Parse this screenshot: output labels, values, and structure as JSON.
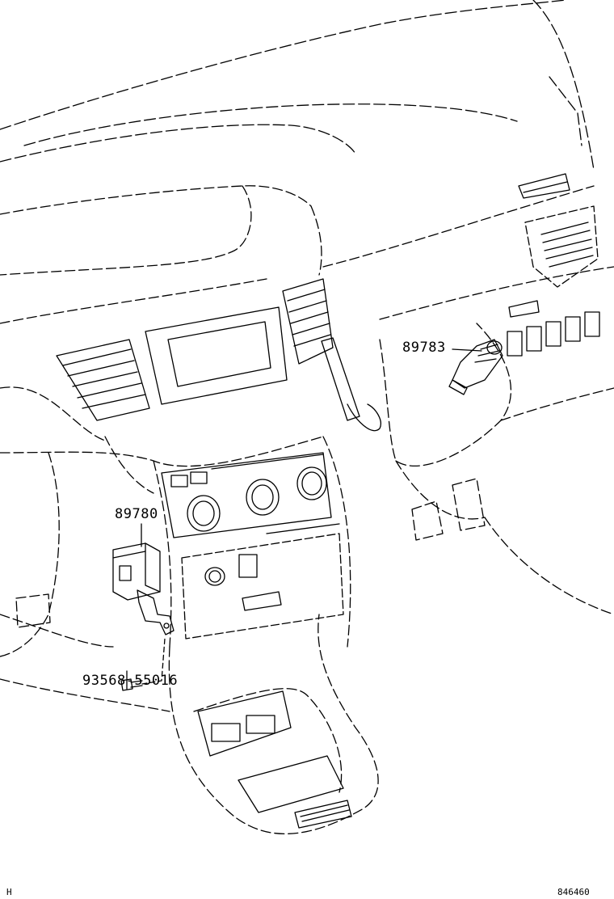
{
  "callouts": {
    "part_89783": "89783",
    "part_89780": "89780",
    "part_93568": "93568-55016"
  },
  "footer": {
    "left_code": "H",
    "right_code": "846460"
  },
  "style": {
    "line_color": "#000000",
    "background": "#ffffff"
  }
}
